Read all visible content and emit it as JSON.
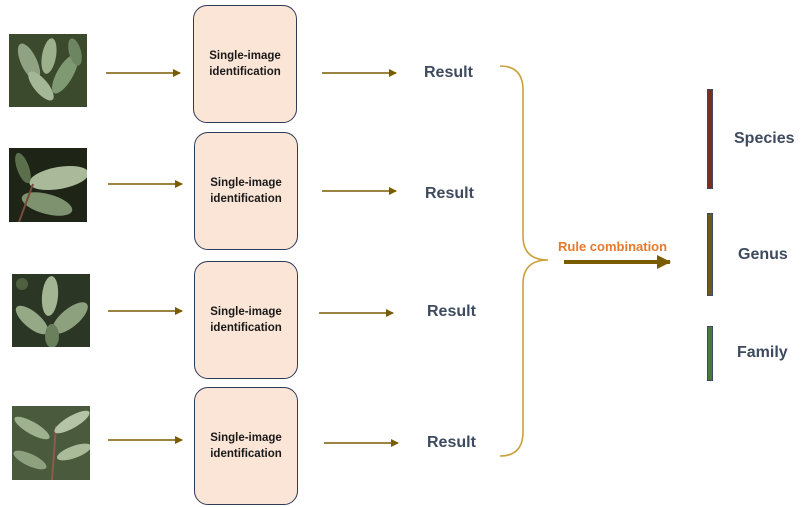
{
  "diagram": {
    "rows": [
      {
        "box_label": "Single-image identification",
        "result": "Result"
      },
      {
        "box_label": "Single-image identification",
        "result": "Result"
      },
      {
        "box_label": "Single-image identification",
        "result": "Result"
      },
      {
        "box_label": "Single-image identification",
        "result": "Result"
      }
    ],
    "combination_label": "Rule combination",
    "levels": [
      {
        "label": "Species",
        "color": "#7b2e1e"
      },
      {
        "label": "Genus",
        "color": "#6b5a1e"
      },
      {
        "label": "Family",
        "color": "#4a7a3a"
      }
    ],
    "colors": {
      "arrow": "#7a5c00",
      "brace": "#c8a23c",
      "box_fill": "#fbe5d6",
      "box_border": "#2e3a59",
      "text": "#3e4a5e",
      "accent": "#e8792b"
    },
    "photo_icons": [
      "leaf-photo",
      "leaf-photo",
      "leaf-photo",
      "leaf-photo"
    ]
  }
}
